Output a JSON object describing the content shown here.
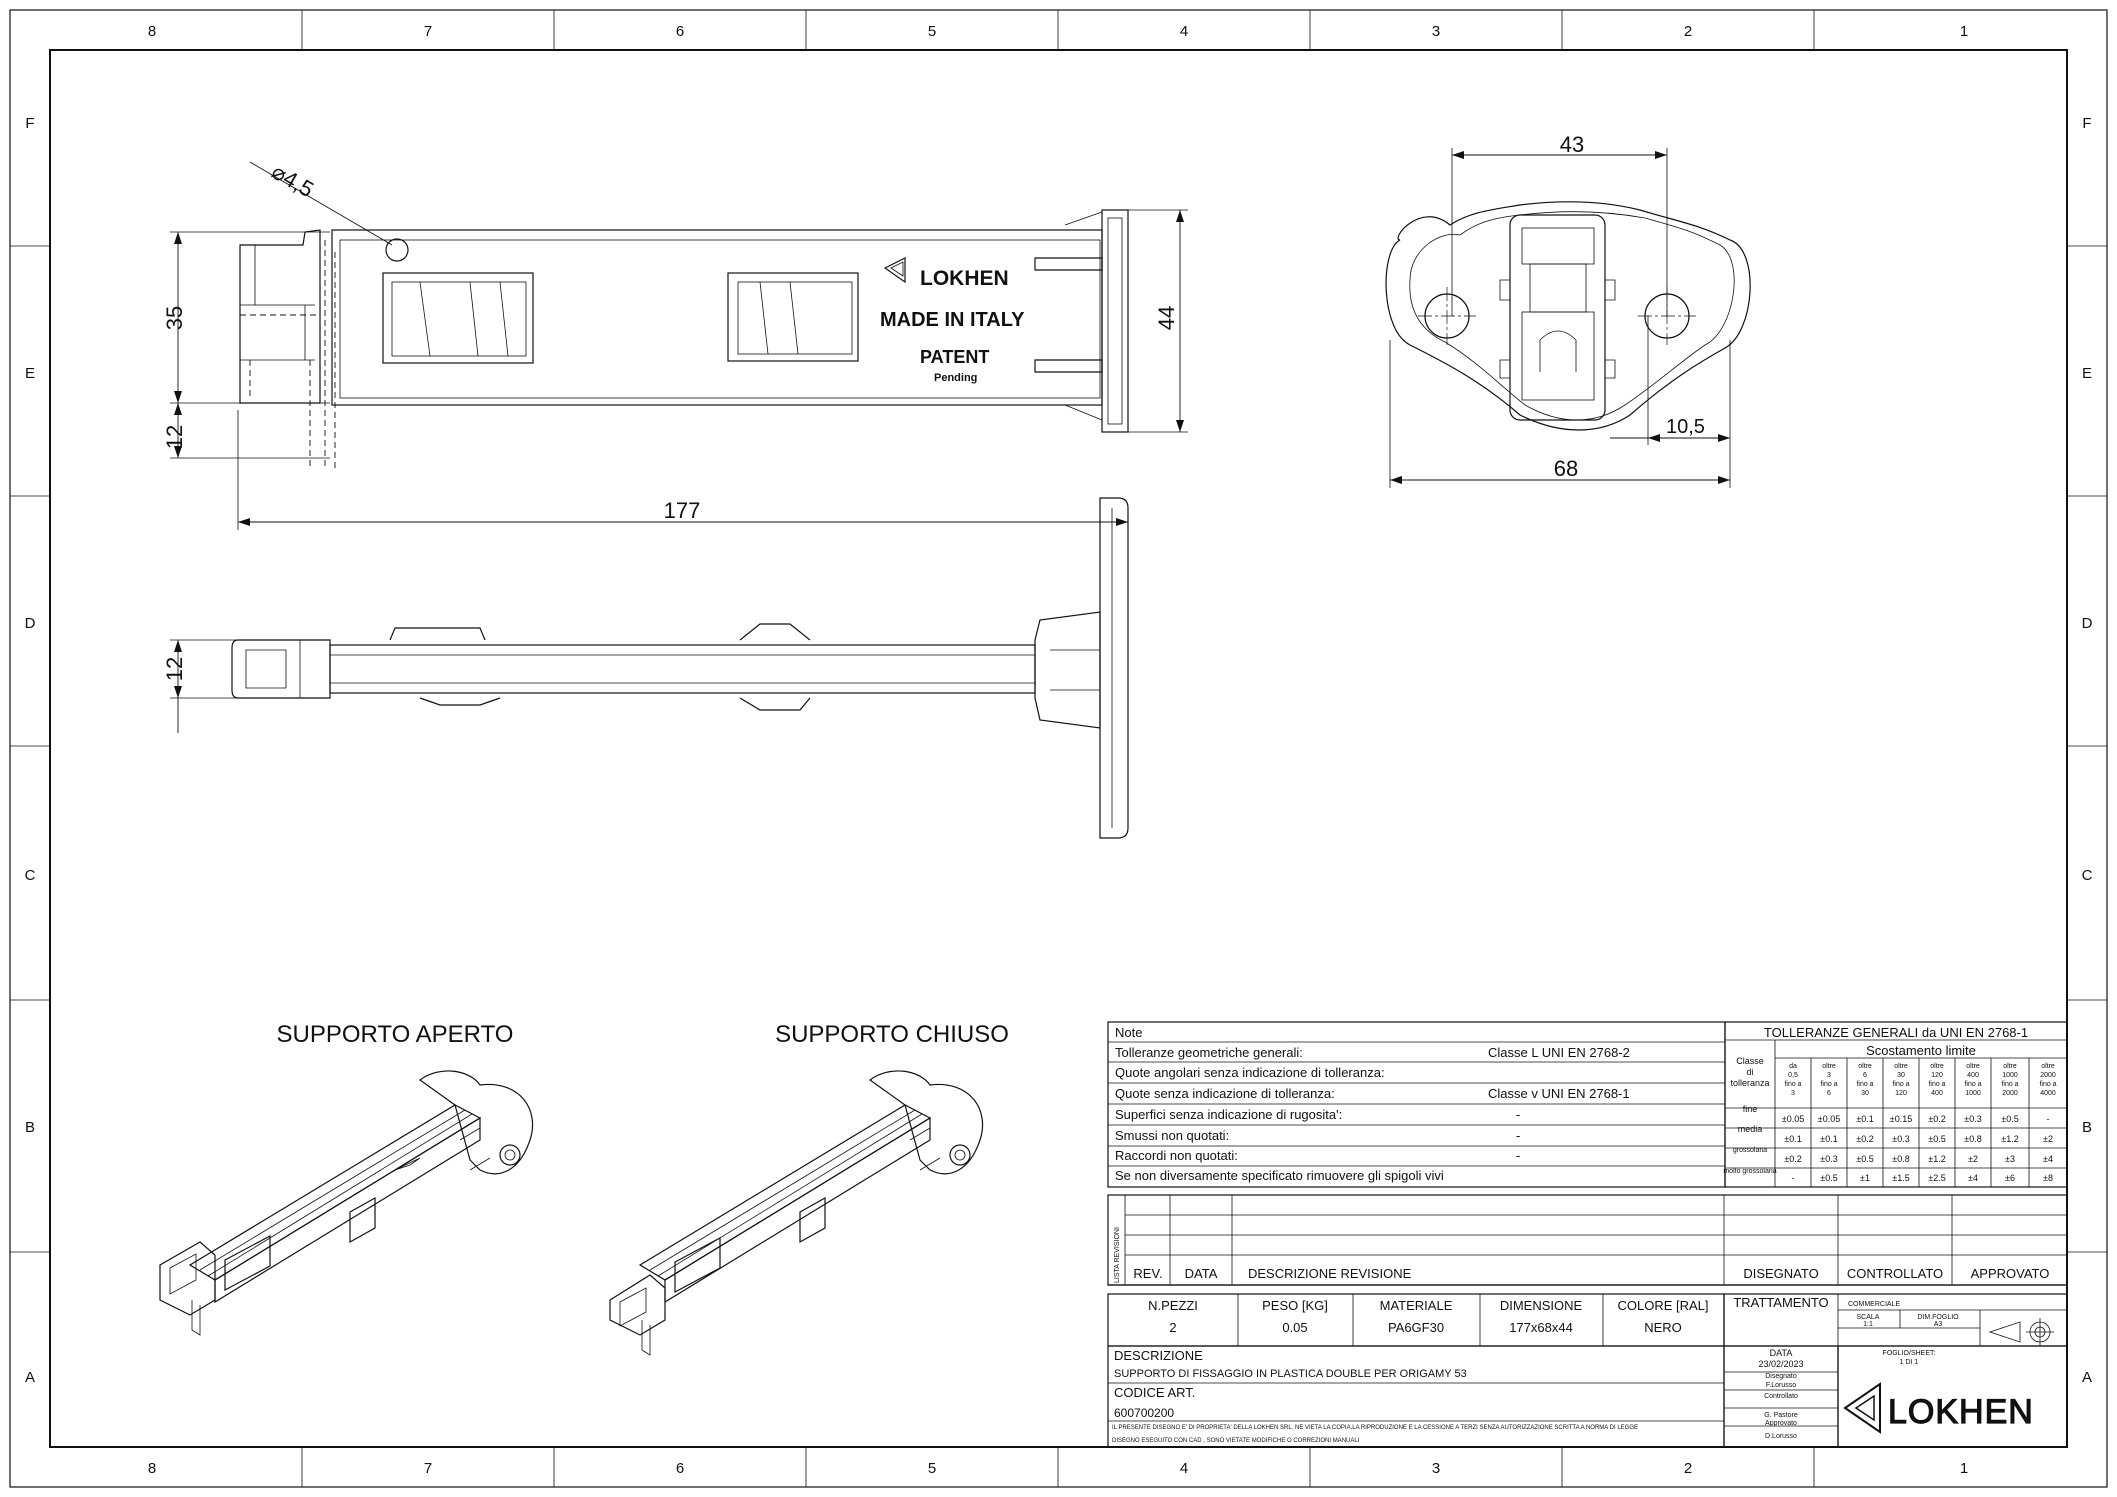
{
  "zones": {
    "columns": [
      "8",
      "7",
      "6",
      "5",
      "4",
      "3",
      "2",
      "1"
    ],
    "rows": [
      "F",
      "E",
      "D",
      "C",
      "B",
      "A"
    ]
  },
  "dimensions": {
    "top_view": {
      "hole": "⌀4,5",
      "h35": "35",
      "h12": "12",
      "h44": "44",
      "len177": "177"
    },
    "side_view": {
      "h12": "12"
    },
    "end_view": {
      "w43": "43",
      "w68": "68",
      "d105": "10,5"
    }
  },
  "part_markings": {
    "brand": "LOKHEN",
    "made_in": "MADE IN ITALY",
    "patent": "PATENT",
    "pending": "Pending"
  },
  "isometric_views": {
    "open_label": "SUPPORTO APERTO",
    "closed_label": "SUPPORTO CHIUSO"
  },
  "notes": {
    "header": "Note",
    "rows": [
      {
        "label": "Tolleranze geometriche generali:",
        "value": "Classe   L   UNI EN 2768-2"
      },
      {
        "label": "Quote angolari senza indicazione di tolleranza:",
        "value": ""
      },
      {
        "label": "Quote senza indicazione di tolleranza:",
        "value": "Classe   v   UNI EN 2768-1"
      },
      {
        "label": "Superfici senza indicazione di rugosita':",
        "value": "-"
      },
      {
        "label": "Smussi non quotati:",
        "value": "-"
      },
      {
        "label": "Raccordi non quotati:",
        "value": "-"
      },
      {
        "label": "Se non diversamente specificato rimuovere gli spigoli vivi",
        "value": ""
      }
    ]
  },
  "tolerances": {
    "title": "TOLLERANZE GENERALI da UNI EN 2768-1",
    "subtitle": "Scostamento limite",
    "class_header": [
      "Classe",
      "di",
      "tolleranza"
    ],
    "ranges": [
      [
        "da",
        "0,5",
        "fino a",
        "3"
      ],
      [
        "oltre",
        "3",
        "fino a",
        "6"
      ],
      [
        "oltre",
        "6",
        "fino a",
        "30"
      ],
      [
        "oltre",
        "30",
        "fino a",
        "120"
      ],
      [
        "oltre",
        "120",
        "fino a",
        "400"
      ],
      [
        "oltre",
        "400",
        "fino a",
        "1000"
      ],
      [
        "oltre",
        "1000",
        "fino a",
        "2000"
      ],
      [
        "oltre",
        "2000",
        "fino a",
        "4000"
      ]
    ],
    "rows": [
      {
        "cls": "fine",
        "vals": [
          "±0.05",
          "±0.05",
          "±0.1",
          "±0.15",
          "±0.2",
          "±0.3",
          "±0.5",
          "-"
        ]
      },
      {
        "cls": "media",
        "vals": [
          "±0.1",
          "±0.1",
          "±0.2",
          "±0.3",
          "±0.5",
          "±0.8",
          "±1.2",
          "±2"
        ]
      },
      {
        "cls": "grossolana",
        "vals": [
          "±0.2",
          "±0.3",
          "±0.5",
          "±0.8",
          "±1.2",
          "±2",
          "±3",
          "±4"
        ]
      },
      {
        "cls": "molto grossolana",
        "vals": [
          "-",
          "±0.5",
          "±1",
          "±1.5",
          "±2.5",
          "±4",
          "±6",
          "±8"
        ]
      }
    ]
  },
  "revisions": {
    "side_label": "LISTA REVISIONI",
    "headers": [
      "REV.",
      "DATA",
      "DESCRIZIONE REVISIONE",
      "DISEGNATO",
      "CONTROLLATO",
      "APPROVATO"
    ]
  },
  "part_info": {
    "headers": [
      "N.PEZZI",
      "PESO [KG]",
      "MATERIALE",
      "DIMENSIONE",
      "COLORE [RAL]"
    ],
    "values": [
      "2",
      "0.05",
      "PA6GF30",
      "177x68x44",
      "NERO"
    ],
    "trattamento": "TRATTAMENTO",
    "commerciale": "COMMERCIALE",
    "scala_label": "SCALA",
    "scala": "1:1",
    "dim_foglio_label": "DIM.FOGLIO",
    "dim_foglio": "A3",
    "foglio_label": "FOGLIO/SHEET:",
    "foglio": "1 DI 1"
  },
  "description": {
    "label": "DESCRIZIONE",
    "text": "SUPPORTO DI FISSAGGIO IN PLASTICA DOUBLE PER ORIGAMY 53",
    "code_label": "CODICE ART.",
    "code": "600700200",
    "legal_1": "IL PRESENTE DISEGNO E' DI PROPRIETA' DELLA LOKHEN SRL. NE VIETA LA COPIA,LA RIPRODUZIONE E LA CESSIONE A TERZI SENZA AUTORIZZAZIONE SCRITTA A NORMA DI LEGGE",
    "legal_2": "DISEGNO ESEGUITO CON CAD , SONO VIETATE MODIFICHE O CORREZIONI MANUALI"
  },
  "approvals": {
    "data_label": "DATA",
    "date": "23/02/2023",
    "disegnato_label": "Disegnato",
    "disegnato": "F.Lorusso",
    "controllato_label": "Controllato",
    "controllato": "G. Pastore",
    "approvato_label": "Approvato",
    "approvato": "D.Lorusso"
  },
  "logo_text": "LOKHEN"
}
